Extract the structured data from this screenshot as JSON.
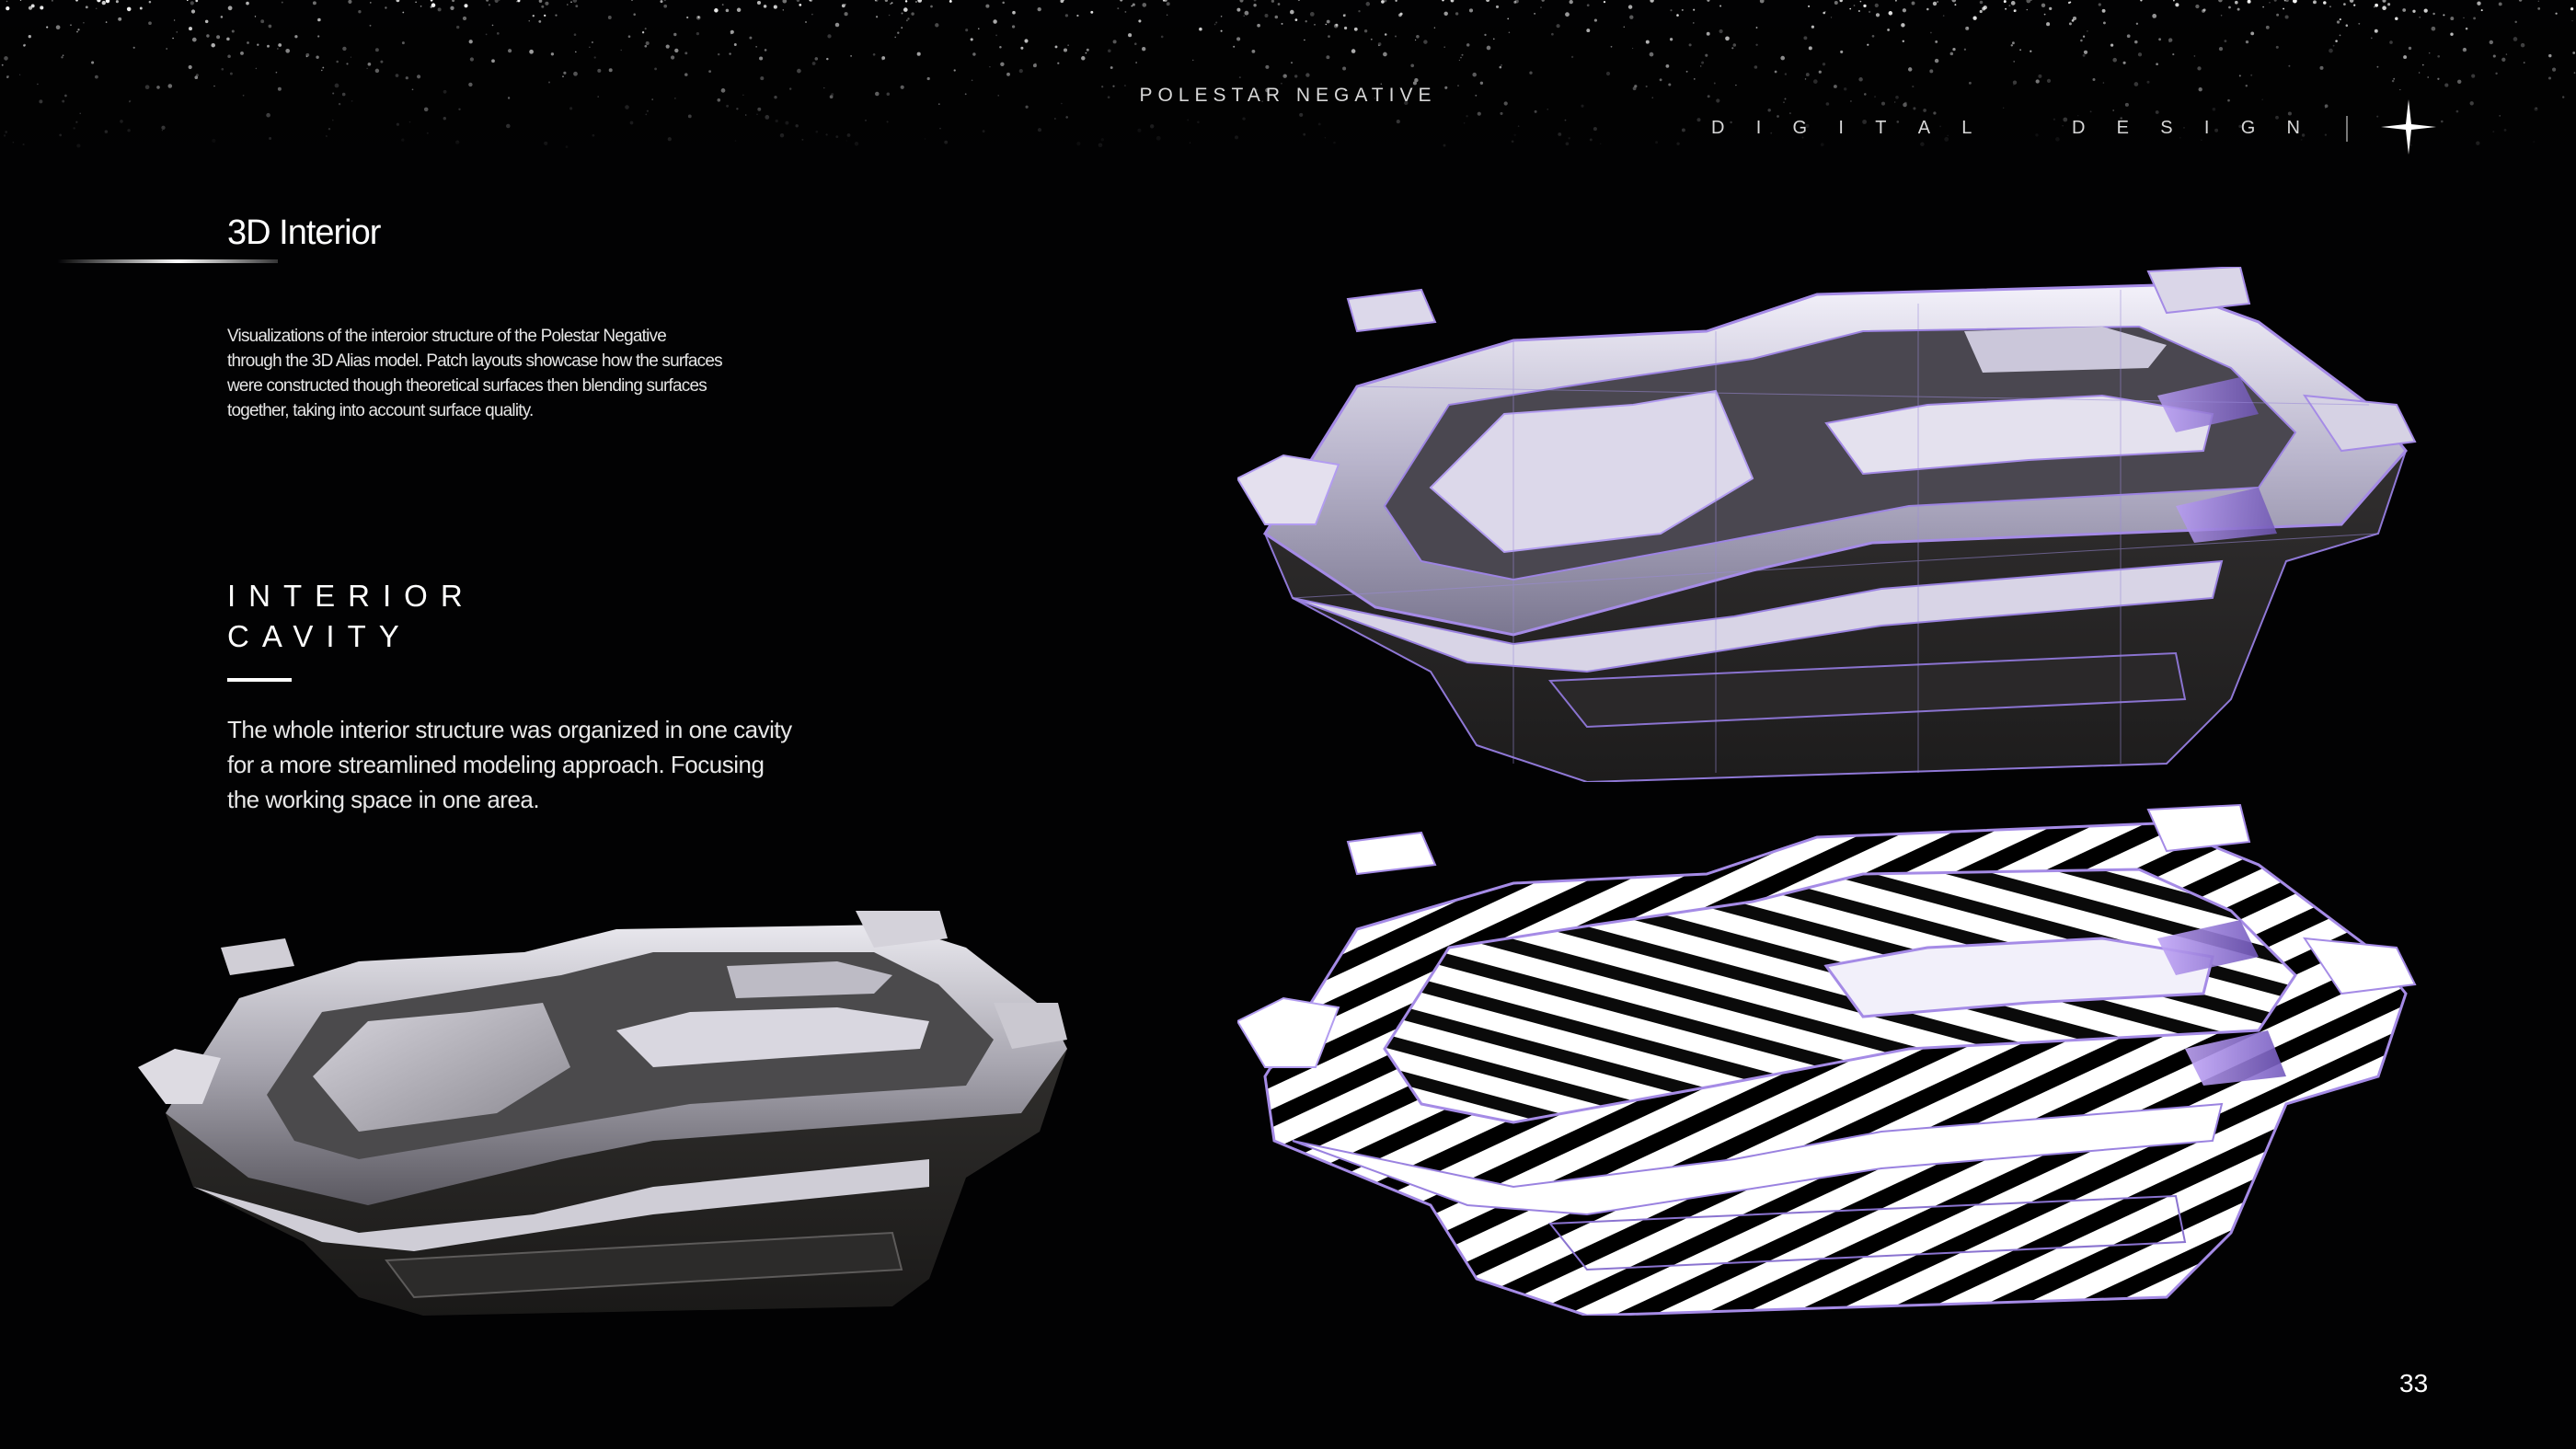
{
  "header": {
    "brand": "POLESTAR NEGATIVE",
    "section_word_1": [
      "D",
      "I",
      "G",
      "I",
      "T",
      "A",
      "L"
    ],
    "section_word_2": [
      "D",
      "E",
      "S",
      "I",
      "G",
      "N"
    ],
    "logo_icon": "polestar-star-icon"
  },
  "title": "3D Interior",
  "intro": "Visualizations of the interoior structure of the Polestar Negative through the 3D Alias model. Patch layouts showcase how the surfaces were constructed though theoretical surfaces then blending surfaces together, taking into account surface quality.",
  "heading": {
    "line1": "INTERIOR",
    "line2": "CAVITY"
  },
  "body": "The whole interior structure was organized in one cavity for a more streamlined modeling approach. Focusing the working space in one area.",
  "page_number": "33",
  "colors": {
    "background": "#020203",
    "accent_purple": "#a58be6",
    "chrome": "#c9c7d6"
  }
}
